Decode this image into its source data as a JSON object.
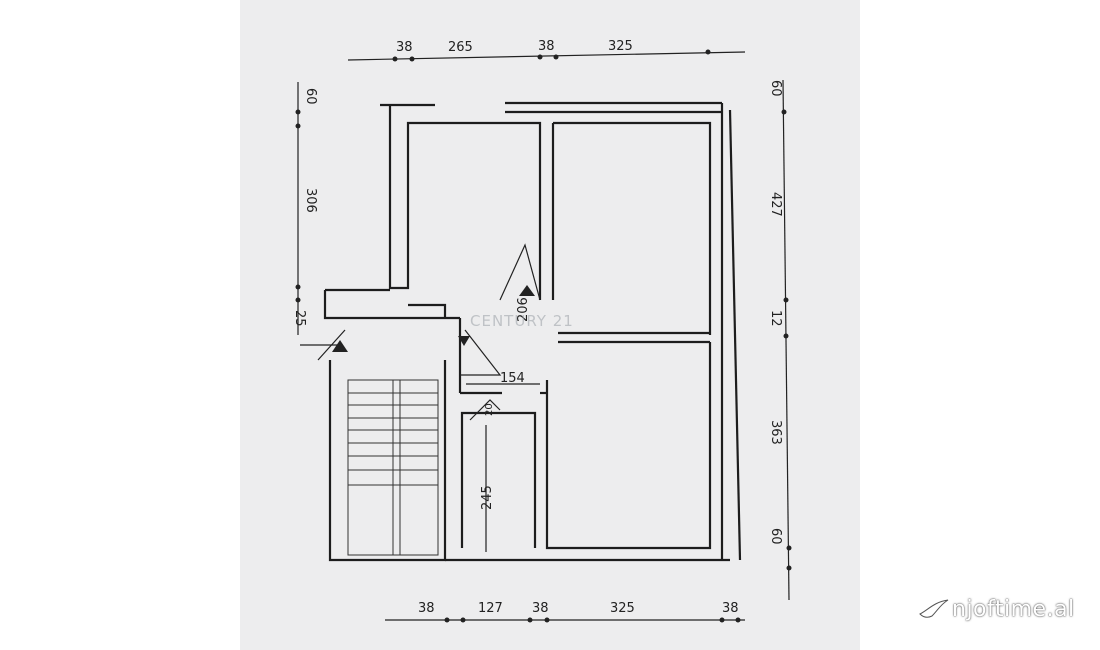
{
  "dimensions": {
    "top": [
      "38",
      "265",
      "38",
      "325"
    ],
    "bottom": [
      "38",
      "127",
      "38",
      "325",
      "38"
    ],
    "left": [
      "60",
      "306",
      "25"
    ],
    "right": [
      "60",
      "427",
      "12",
      "363",
      "60"
    ],
    "interior": [
      "206",
      "154",
      "20",
      "245"
    ]
  },
  "watermark": "CENTURY 21",
  "site_logo": "njoftime.al"
}
